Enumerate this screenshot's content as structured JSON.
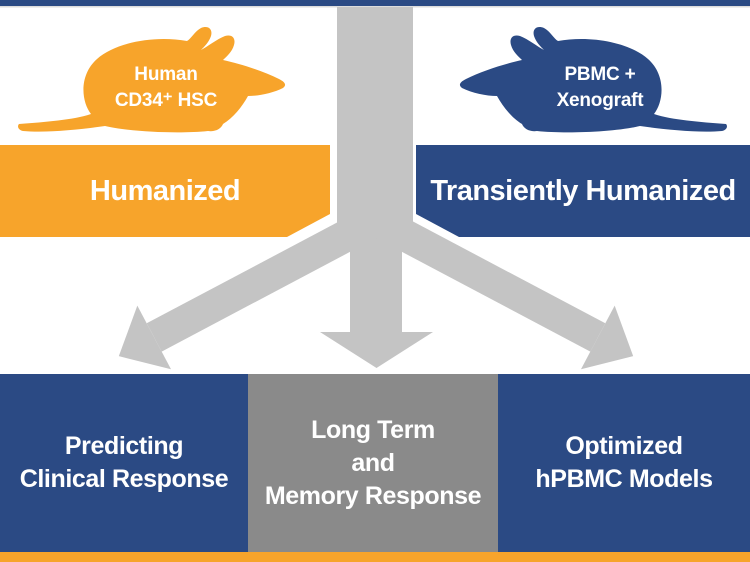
{
  "colors": {
    "orange": "#F7A42B",
    "navy_blue": "#2B4A84",
    "arrow_gray": "#C4C4C4",
    "box_gray": "#8A8A8A",
    "text_white": "#FFFFFF"
  },
  "models": {
    "humanized": {
      "mouse_label_line1": "Human",
      "mouse_label_line2": "CD34⁺ HSC",
      "banner": "Humanized"
    },
    "transiently_humanized": {
      "mouse_label_line1": "PBMC +",
      "mouse_label_line2": "Xenograft",
      "banner": "Transiently Humanized"
    }
  },
  "outcomes": {
    "predicting": {
      "line1": "Predicting",
      "line2": "Clinical Response"
    },
    "memory": {
      "line1": "Long Term",
      "line2": "and",
      "line3": "Memory Response"
    },
    "optimized": {
      "line1": "Optimized",
      "line2": "hPBMC Models"
    }
  }
}
